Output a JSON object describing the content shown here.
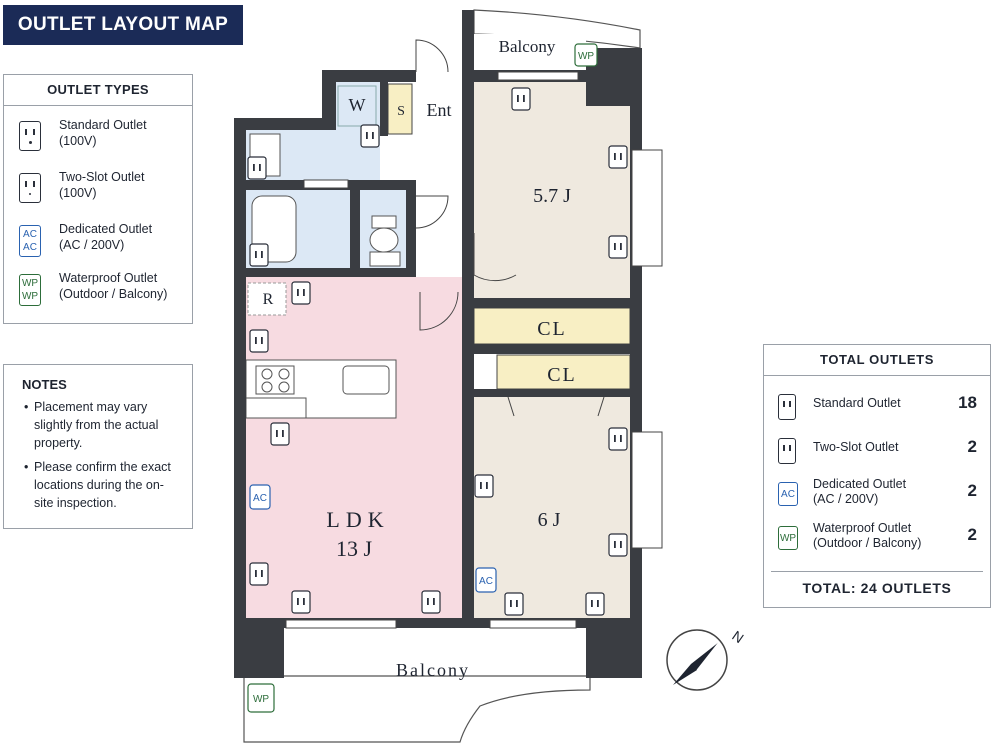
{
  "header": {
    "title": "OUTLET LAYOUT MAP"
  },
  "legend": {
    "title": "OUTLET TYPES",
    "items": [
      {
        "icon": "standard-outlet-icon",
        "label": "Standard Outlet",
        "sub": "(100V)"
      },
      {
        "icon": "two-slot-outlet-icon",
        "label": "Two-Slot Outlet",
        "sub": "(100V)"
      },
      {
        "icon": "dedicated-outlet-icon",
        "code": "AC",
        "label": "Dedicated Outlet",
        "sub": "(AC / 200V)"
      },
      {
        "icon": "waterproof-outlet-icon",
        "code": "WP",
        "label": "Waterproof Outlet",
        "sub": "(Outdoor / Balcony)"
      }
    ]
  },
  "notes": {
    "title": "NOTES",
    "items": [
      "Placement may vary slightly from the actual property.",
      "Please confirm the exact locations during the on-site inspection."
    ]
  },
  "totals": {
    "title": "TOTAL OUTLETS",
    "rows": [
      {
        "label": "Standard Outlet",
        "sub": "",
        "count": "18"
      },
      {
        "label": "Two-Slot Outlet",
        "sub": "",
        "count": "2"
      },
      {
        "label": "Dedicated Outlet",
        "sub": "(AC / 200V)",
        "count": "2"
      },
      {
        "label": "Waterproof Outlet",
        "sub": "(Outdoor / Balcony)",
        "count": "2"
      }
    ],
    "total_text": "TOTAL:  24  OUTLETS"
  },
  "plan": {
    "rooms": {
      "balcony_top": "Balcony",
      "balcony_bottom": "Balcony",
      "washer": "W",
      "shoe": "S",
      "entrance": "Ent",
      "bedroom1": "5.7 J",
      "closet1": "CL",
      "closet2": "CL",
      "refrigerator": "R",
      "ldk": "LDK",
      "ldk_size": "13 J",
      "bedroom2": "6 J"
    },
    "outlet_codes": {
      "ac": "AC",
      "wp": "WP"
    },
    "compass": "N",
    "colors": {
      "wall": "#3a3d42",
      "bedroom": "#efe9df",
      "ldk": "#f7dbe1",
      "wet": "#dce8f5",
      "closet": "#f8efc4",
      "ac": "#2a62b0",
      "wp": "#2d6d3a"
    }
  }
}
